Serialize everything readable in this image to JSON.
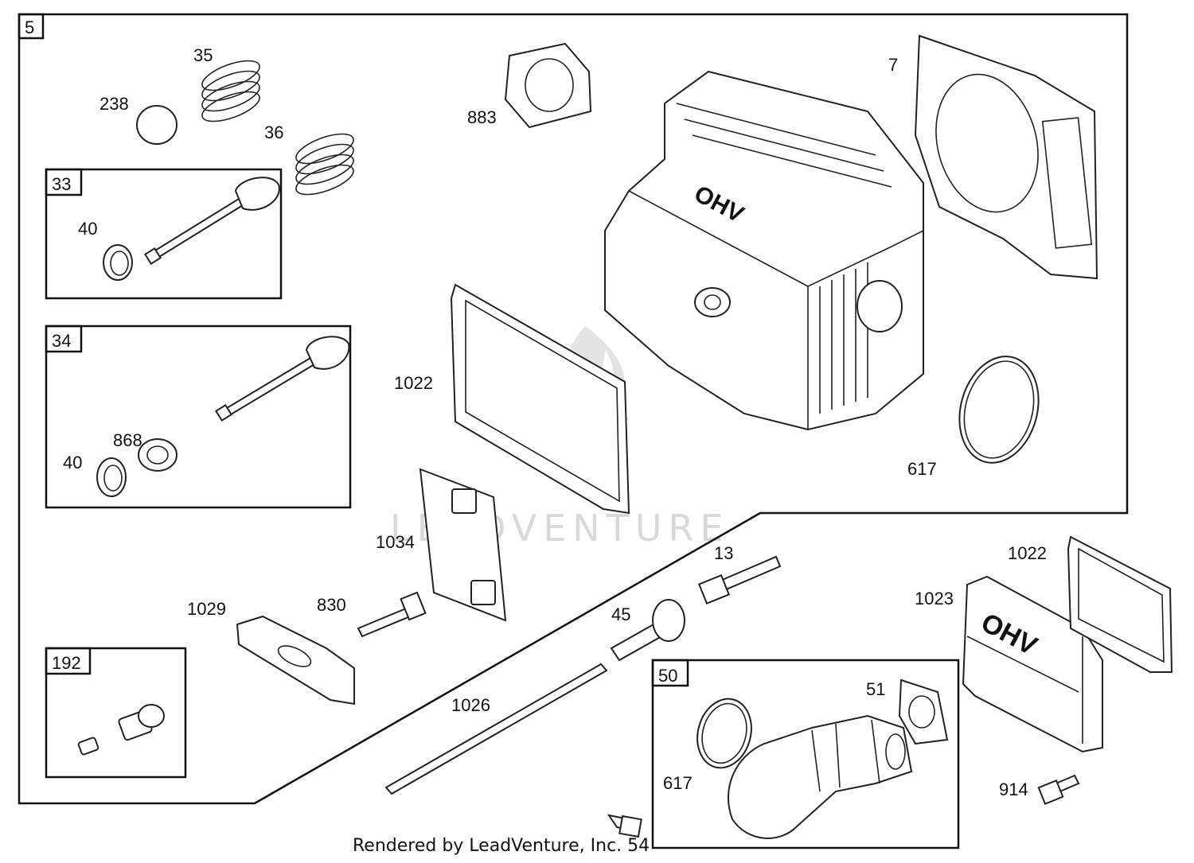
{
  "watermark": {
    "text": "LEADVENTURE"
  },
  "footer": {
    "text": "Rendered by LeadVenture, Inc. 54"
  },
  "boxes": {
    "main": "5",
    "b33": "33",
    "b34": "34",
    "b192": "192",
    "b50": "50"
  },
  "labels": {
    "p35": "35",
    "p238": "238",
    "p36": "36",
    "p40a": "40",
    "p883": "883",
    "p7": "7",
    "p1022a": "1022",
    "p868": "868",
    "p40b": "40",
    "p617a": "617",
    "p1034": "1034",
    "p13": "13",
    "p1022b": "1022",
    "p1023": "1023",
    "p1029": "1029",
    "p830": "830",
    "p45": "45",
    "p1026": "1026",
    "p51": "51",
    "p617b": "617",
    "p914": "914"
  },
  "embossing": {
    "head": "OHV",
    "cover": "OHV"
  }
}
